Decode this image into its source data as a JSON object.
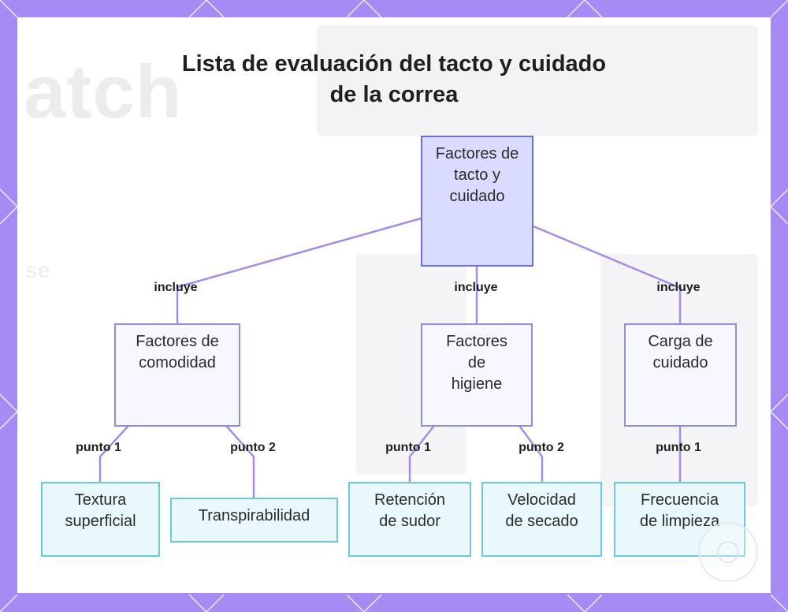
{
  "title": "Lista de evaluación del tacto y cuidado de la correa",
  "background_text": [
    "atch",
    "se"
  ],
  "colors": {
    "frame": "#a78bf5",
    "root_fill": "#dadcff",
    "root_border": "#6a6fd6",
    "category_fill": "#f7f7ff",
    "category_border": "#8c90e0",
    "leaf_fill": "#e9f8fc",
    "leaf_border": "#6cc8de",
    "edge": "#a78be8"
  },
  "nodes": {
    "root": "Factores de tacto y cuidado",
    "comodidad": "Factores de comodidad",
    "higiene": "Factores de higiene",
    "carga": "Carga de cuidado",
    "textura": "Textura superficial",
    "transpirabilidad": "Transpirabilidad",
    "retencion": "Retención de sudor",
    "velocidad": "Velocidad de secado",
    "frecuencia": "Frecuencia de limpieza"
  },
  "edges": {
    "root_comodidad": "incluye",
    "root_higiene": "incluye",
    "root_carga": "incluye",
    "comodidad_textura": "punto 1",
    "comodidad_transpirabilidad": "punto 2",
    "higiene_retencion": "punto 1",
    "higiene_velocidad": "punto 2",
    "carga_frecuencia": "punto 1"
  }
}
